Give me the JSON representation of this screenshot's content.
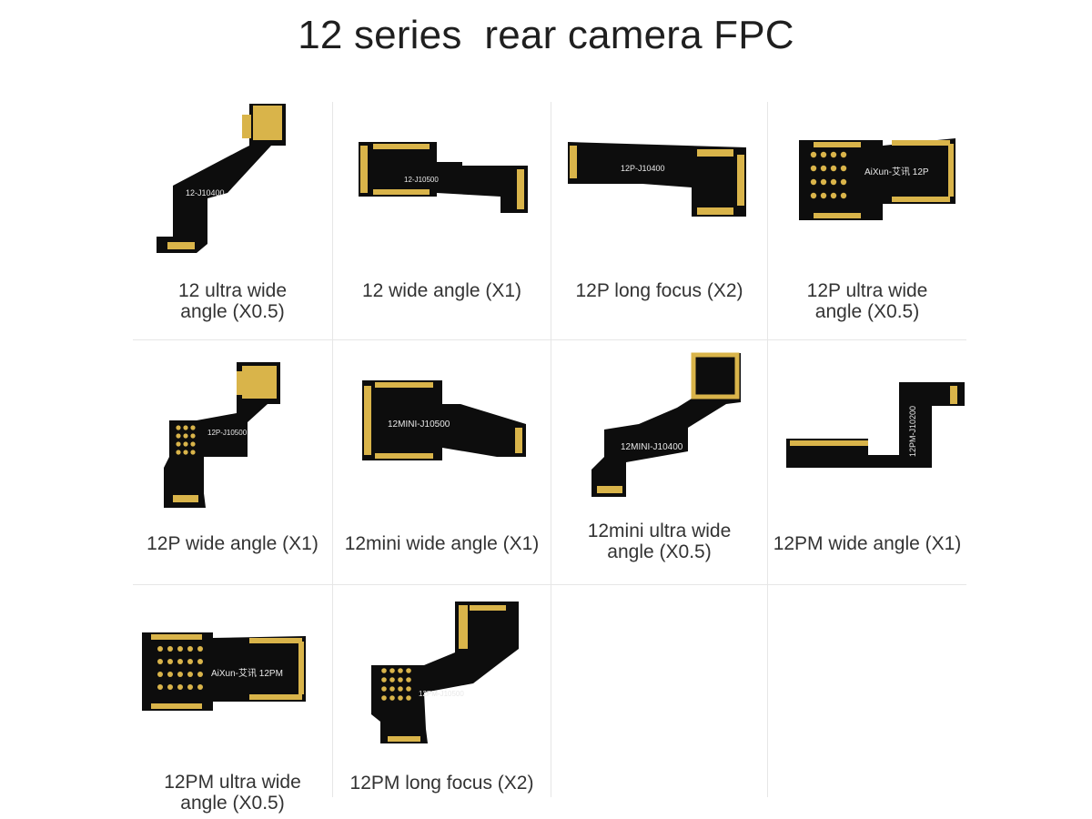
{
  "title": "12 series  rear camera FPC",
  "colors": {
    "board": "#0d0d0d",
    "trace": "#2a2a2a",
    "gold": "#d9b44a",
    "divider": "#e6e6e6"
  },
  "items": [
    {
      "label": "12 ultra wide\nangle (X0.5)",
      "print": "12-J10400"
    },
    {
      "label": "12 wide angle (X1)",
      "print": "12-J10500"
    },
    {
      "label": "12P long focus (X2)",
      "print": "12P-J10400"
    },
    {
      "label": "12P ultra wide\nangle (X0.5)",
      "print": "AiXun-艾讯 12P"
    },
    {
      "label": "12P wide angle (X1)",
      "print": "12P-J10500"
    },
    {
      "label": "12mini wide angle (X1)",
      "print": "12MINI-J10500"
    },
    {
      "label": "12mini ultra wide\nangle (X0.5)",
      "print": "12MINI-J10400"
    },
    {
      "label": "12PM wide angle (X1)",
      "print": "12PM-J10200"
    },
    {
      "label": "12PM ultra wide\nangle (X0.5)",
      "print": "AiXun-艾讯 12PM"
    },
    {
      "label": "12PM  long focus (X2)",
      "print": "12PM-J10500"
    }
  ]
}
